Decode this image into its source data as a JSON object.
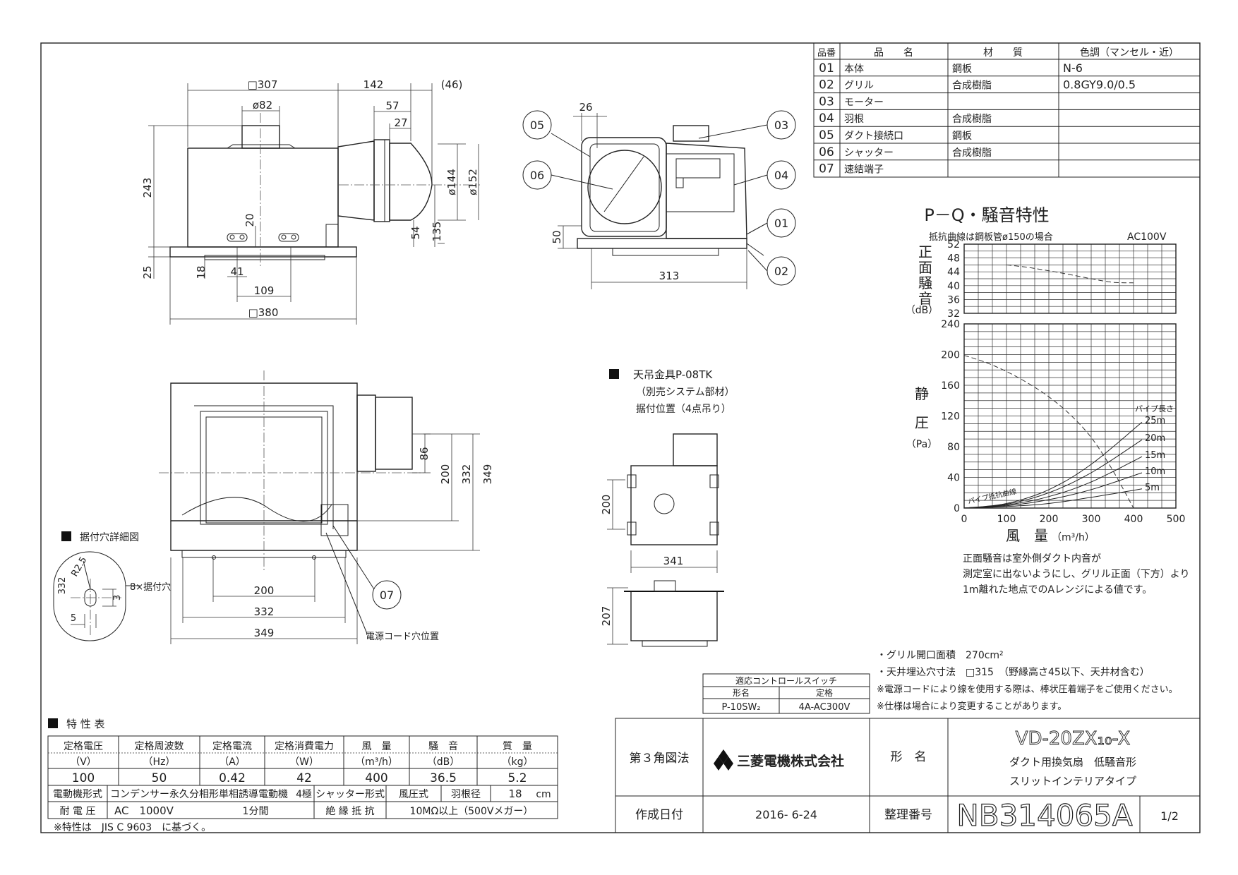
{
  "parts_table": {
    "headers": [
      "品番",
      "品　　名",
      "材　　質",
      "色調（マンセル・近）"
    ],
    "rows": [
      [
        "01",
        "本体",
        "鋼板",
        "N-6"
      ],
      [
        "02",
        "グリル",
        "合成樹脂",
        "0.8GY9.0/0.5"
      ],
      [
        "03",
        "モーター",
        "",
        ""
      ],
      [
        "04",
        "羽根",
        "合成樹脂",
        ""
      ],
      [
        "05",
        "ダクト接続口",
        "鋼板",
        ""
      ],
      [
        "06",
        "シャッター",
        "合成樹脂",
        ""
      ],
      [
        "07",
        "速結端子",
        "",
        ""
      ]
    ]
  },
  "front_view_dims": {
    "d307": "□307",
    "d142": "142",
    "d46": "(46)",
    "d82": "ø82",
    "d57": "57",
    "d27": "27",
    "d144": "ø144",
    "d152": "ø152",
    "d243": "243",
    "d20": "20",
    "d54": "54",
    "d135": "135",
    "d25": "25",
    "d18": "18",
    "d41": "41",
    "d109": "109",
    "d380": "□380"
  },
  "side_view_dims": {
    "d26": "26",
    "d50": "50",
    "d313": "313"
  },
  "callouts": [
    "05",
    "06",
    "03",
    "04",
    "01",
    "02",
    "07"
  ],
  "bottom_view_dims": {
    "d86": "86",
    "d200": "200",
    "d332": "332",
    "d349": "349",
    "h200": "200",
    "h332": "332",
    "h349": "349"
  },
  "bracket": {
    "title": "天吊金具P-08TK",
    "sub1": "（別売システム部材）",
    "sub2": "据付位置（4点吊り）",
    "d200": "200",
    "d341": "341",
    "d207": "207"
  },
  "hole_detail": {
    "title": "据付穴詳細図",
    "r": "R2.5",
    "d332": "332",
    "d3": "3",
    "d5": "5",
    "holes": "8×据付穴"
  },
  "cord_label": "電源コード穴位置",
  "pq_chart": {
    "title": "P－Q・騒音特性",
    "note_top": "抵抗曲線は鋼板管ø150の場合",
    "voltage": "AC100V",
    "noise_label": "正面騒音",
    "noise_unit": "（dB）",
    "pressure_label": [
      "静",
      "圧"
    ],
    "pressure_unit": "（Pa）",
    "xlabel": "風　量",
    "xunit": "（m³/h）",
    "pipe_length_label": "パイプ長さ",
    "pipe_resistance_label": "パイプ抵抗曲線",
    "pipes": [
      "25m",
      "20m",
      "15m",
      "10m",
      "5m"
    ]
  },
  "chart_data": {
    "type": "line",
    "title": "P－Q・騒音特性",
    "panels": [
      {
        "name": "noise",
        "ylabel": "正面騒音（dB）",
        "ylim": [
          32,
          52
        ],
        "yticks": [
          32,
          36,
          40,
          44,
          48,
          52
        ],
        "xlim": [
          0,
          500
        ],
        "series": [
          {
            "style": "dashed",
            "x": [
              100,
              150,
              200,
              250,
              300,
              350,
              400
            ],
            "y": [
              46,
              45.3,
              44.3,
              43.2,
              42,
              41,
              40.8
            ]
          }
        ]
      },
      {
        "name": "pressure",
        "ylabel": "静圧（Pa）",
        "xlabel": "風量（m³/h）",
        "ylim": [
          0,
          240
        ],
        "yticks": [
          0,
          40,
          80,
          120,
          160,
          200,
          240
        ],
        "xlim": [
          0,
          500
        ],
        "xticks": [
          0,
          100,
          200,
          300,
          400,
          500
        ],
        "grid": true,
        "series": [
          {
            "style": "dashed",
            "x": [
              0,
              50,
              100,
              150,
              200,
              250,
              300,
              350,
              400
            ],
            "y": [
              199,
              190,
              178,
              163,
              145,
              122,
              92,
              50,
              0
            ]
          },
          {
            "name": "25m",
            "x": [
              0,
              100,
              200,
              300,
              420
            ],
            "y": [
              0,
              6,
              24,
              57,
              112
            ]
          },
          {
            "name": "20m",
            "x": [
              0,
              100,
              200,
              300,
              420
            ],
            "y": [
              0,
              5,
              20,
              46,
              89
            ]
          },
          {
            "name": "15m",
            "x": [
              0,
              100,
              200,
              300,
              420
            ],
            "y": [
              0,
              4,
              15,
              34,
              67
            ]
          },
          {
            "name": "10m",
            "x": [
              0,
              100,
              200,
              300,
              420
            ],
            "y": [
              0,
              3,
              11,
              24,
              46
            ]
          },
          {
            "name": "5m",
            "x": [
              0,
              100,
              200,
              300,
              420
            ],
            "y": [
              0,
              2,
              6,
              14,
              25
            ]
          }
        ]
      }
    ]
  },
  "chart_notes": [
    "正面騒音は室外側ダクト内音が",
    "測定室に出ないようにし、グリル正面（下方）より",
    "1m離れた地点でのAレンジによる値です。"
  ],
  "general_notes": [
    "・グリル開口面積　270cm²",
    "・天井埋込穴寸法　□315　（野縁高さ45以下、天井材含む）",
    "※電源コードにより線を使用する際は、棒状圧着端子をご使用ください。",
    "※仕様は場合により変更することがあります。"
  ],
  "switch_table": {
    "title": "適応コントロールスイッチ",
    "headers": [
      "形名",
      "定格"
    ],
    "row": [
      "P-10SW₂",
      "4A-AC300V"
    ]
  },
  "spec_table": {
    "title": "特 性 表",
    "headers": [
      "定格電圧",
      "定格周波数",
      "定格電流",
      "定格消費電力",
      "風　量",
      "騒　音",
      "質　量"
    ],
    "units": [
      "（V）",
      "（Hz）",
      "（A）",
      "（W）",
      "（m³/h）",
      "（dB）",
      "（kg）"
    ],
    "values": [
      "100",
      "50",
      "0.42",
      "42",
      "400",
      "36.5",
      "5.2"
    ],
    "motor_label": "電動機形式",
    "motor_value": "コンデンサー永久分相形単相誘導電動機",
    "poles": "4極",
    "shutter_label": "シャッター形式",
    "shutter_value": "風圧式",
    "blade_label": "羽根径",
    "blade_value": "18",
    "blade_unit": "cm",
    "withstand_label": "耐 電 圧",
    "withstand_value": "AC　1000V",
    "withstand_time": "1分間",
    "insulation_label": "絶 縁 抵 抗",
    "insulation_value": "10MΩ以上（500Vメガー）",
    "note": "※特性は　JIS C 9603　に基づく。"
  },
  "title_block": {
    "projection": "第３角図法",
    "company": "三菱電機株式会社",
    "model_label": "形　名",
    "model": "VD-20ZX₁₀-X",
    "desc1": "ダクト用換気扇　低騒音形",
    "desc2": "スリットインテリアタイプ",
    "date_label": "作成日付",
    "date": "2016- 6-24",
    "doc_label": "整理番号",
    "doc_no": "NB314065A",
    "page": "1/2"
  }
}
